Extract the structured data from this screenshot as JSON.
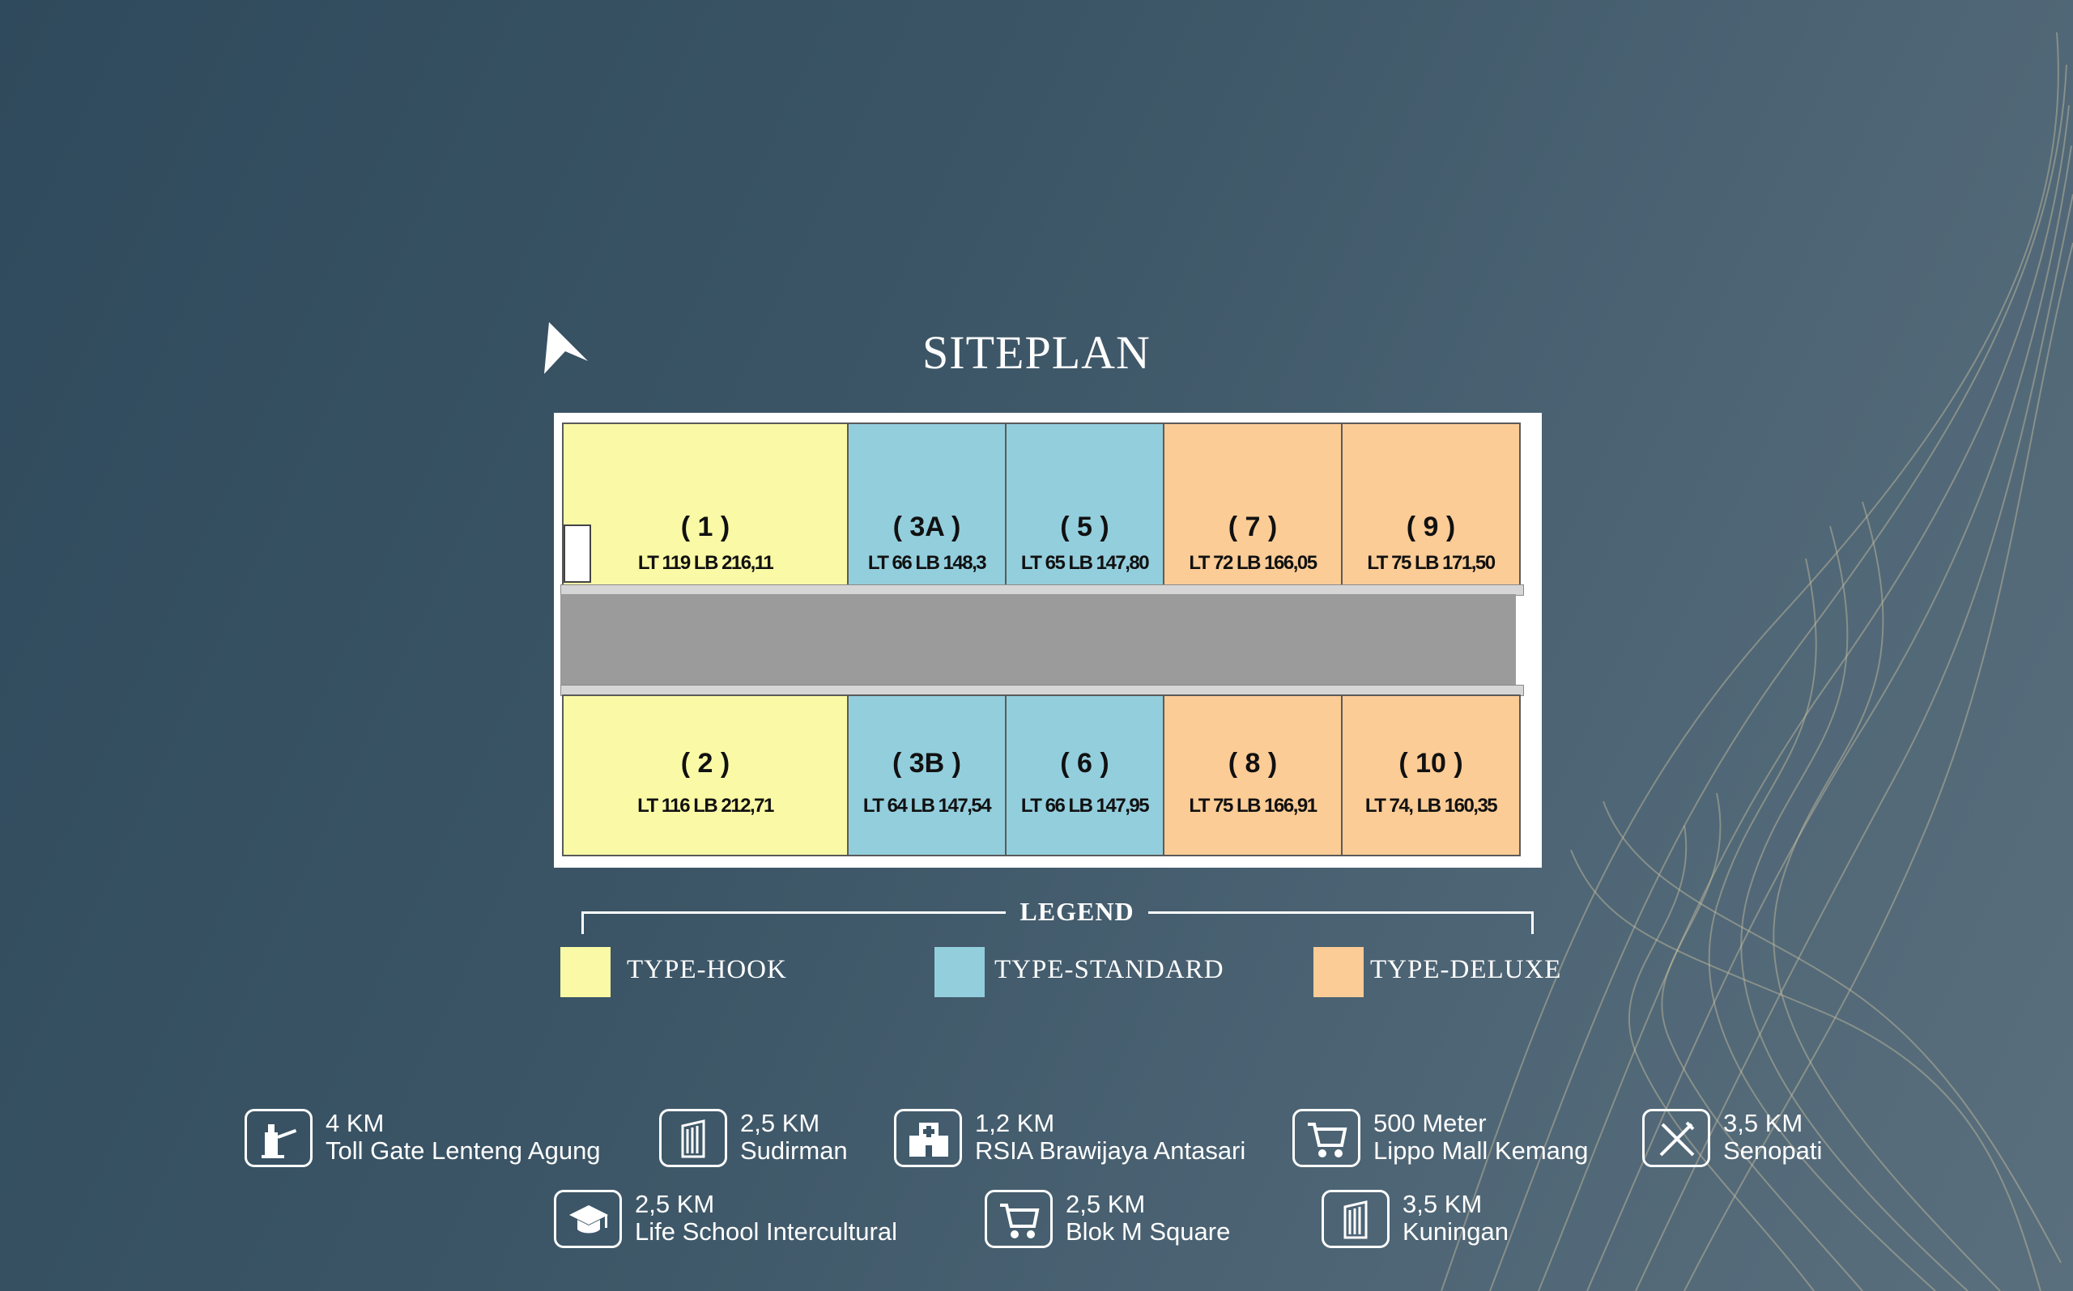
{
  "title": "SITEPLAN",
  "north_label": "N",
  "lots": [
    {
      "id": "lot-1",
      "label": "( 1 )",
      "area": "LT 119 LB 216,11",
      "type": "hook"
    },
    {
      "id": "lot-3a",
      "label": "( 3A )",
      "area": "LT 66 LB 148,3",
      "type": "standard"
    },
    {
      "id": "lot-5",
      "label": "( 5 )",
      "area": "LT 65 LB 147,80",
      "type": "standard"
    },
    {
      "id": "lot-7",
      "label": "( 7 )",
      "area": "LT 72 LB 166,05",
      "type": "deluxe"
    },
    {
      "id": "lot-9",
      "label": "( 9 )",
      "area": "LT 75 LB 171,50",
      "type": "deluxe"
    },
    {
      "id": "lot-2",
      "label": "( 2 )",
      "area": "LT 116 LB 212,71",
      "type": "hook"
    },
    {
      "id": "lot-3b",
      "label": "( 3B )",
      "area": "LT 64 LB 147,54",
      "type": "standard"
    },
    {
      "id": "lot-6",
      "label": "( 6 )",
      "area": "LT 66 LB 147,95",
      "type": "standard"
    },
    {
      "id": "lot-8",
      "label": "( 8 )",
      "area": "LT 75 LB 166,91",
      "type": "deluxe"
    },
    {
      "id": "lot-10",
      "label": "( 10 )",
      "area": "LT 74, LB 160,35",
      "type": "deluxe"
    }
  ],
  "legend": {
    "title": "LEGEND",
    "items": [
      {
        "label": "TYPE-HOOK",
        "color": "#fafaa6"
      },
      {
        "label": "TYPE-STANDARD",
        "color": "#93cedd"
      },
      {
        "label": "TYPE-DELUXE",
        "color": "#fccc96"
      }
    ]
  },
  "points_of_interest": [
    {
      "distance": "4 KM",
      "place": "Toll Gate Lenteng Agung",
      "icon": "toll-gate-icon"
    },
    {
      "distance": "2,5 KM",
      "place": "Sudirman",
      "icon": "building-icon"
    },
    {
      "distance": "1,2 KM",
      "place": "RSIA Brawijaya Antasari",
      "icon": "hospital-icon"
    },
    {
      "distance": "500 Meter",
      "place": "Lippo Mall Kemang",
      "icon": "shopping-cart-icon"
    },
    {
      "distance": "3,5 KM",
      "place": "Senopati",
      "icon": "restaurant-icon"
    },
    {
      "distance": "2,5 KM",
      "place": "Life School Intercultural",
      "icon": "graduation-cap-icon"
    },
    {
      "distance": "2,5 KM",
      "place": "Blok M Square",
      "icon": "shopping-cart-icon"
    },
    {
      "distance": "3,5 KM",
      "place": "Kuningan",
      "icon": "building-icon"
    }
  ],
  "colors": {
    "background": "#3b5566",
    "hook": "#fafaa6",
    "standard": "#93cedd",
    "deluxe": "#fccc96",
    "road": "#9b9b9b"
  }
}
